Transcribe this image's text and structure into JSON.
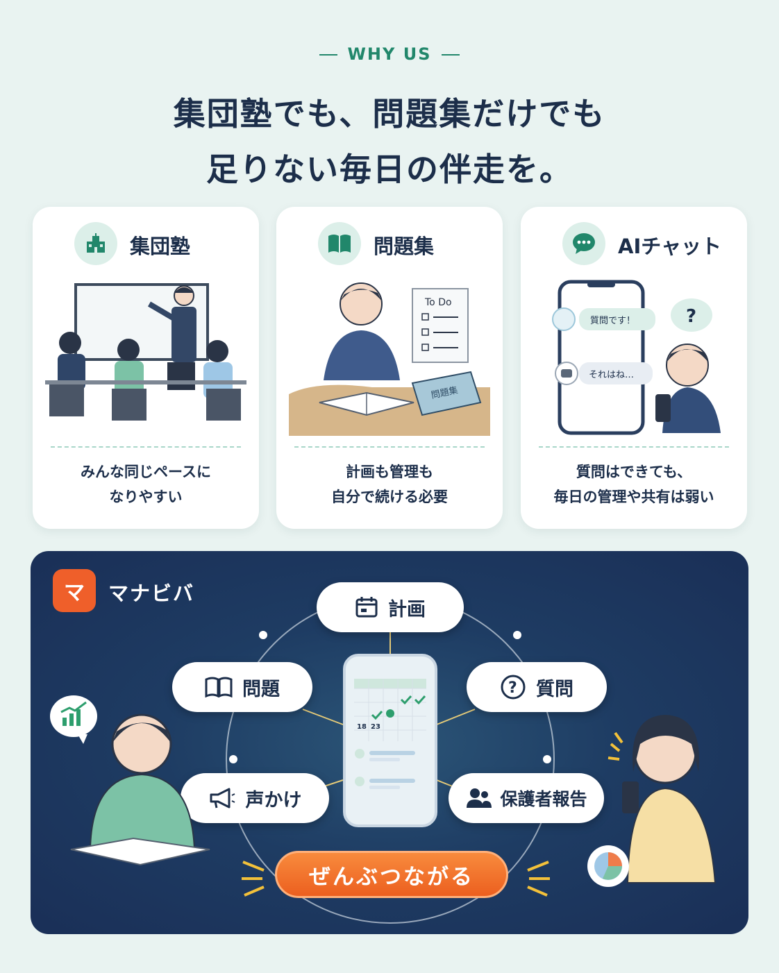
{
  "header": {
    "eyebrow": "WHY US",
    "headline_line1": "集団塾でも、問題集だけでも",
    "headline_line2": "足りない毎日の伴走を。"
  },
  "cards": [
    {
      "title": "集団塾",
      "icon": "school-icon",
      "desc_line1": "みんな同じペースに",
      "desc_line2": "なりやすい"
    },
    {
      "title": "問題集",
      "icon": "book-icon",
      "illustration_todo": "To Do",
      "illustration_book": "問題集",
      "desc_line1": "計画も管理も",
      "desc_line2": "自分で続ける必要"
    },
    {
      "title": "AIチャット",
      "icon": "chat-icon",
      "bubble_question": "質問です！",
      "bubble_answer": "それはね…",
      "bubble_mark": "?",
      "desc_line1": "質問はできても、",
      "desc_line2": "毎日の管理や共有は弱い"
    }
  ],
  "panel": {
    "brand_name": "マナビバ",
    "brand_logo_letter": "マ",
    "features": {
      "plan": "計画",
      "problems": "問題",
      "question": "質問",
      "encourage": "声かけ",
      "parent_report": "保護者報告"
    },
    "calendar_dates": [
      "18",
      "23"
    ],
    "cta": "ぜんぶつながる"
  },
  "colors": {
    "accent_green": "#21876b",
    "navy": "#1c2e4a",
    "panel_bg": "#1e3c63",
    "cta_orange": "#ec5f1f",
    "page_bg": "#e9f3f1"
  }
}
